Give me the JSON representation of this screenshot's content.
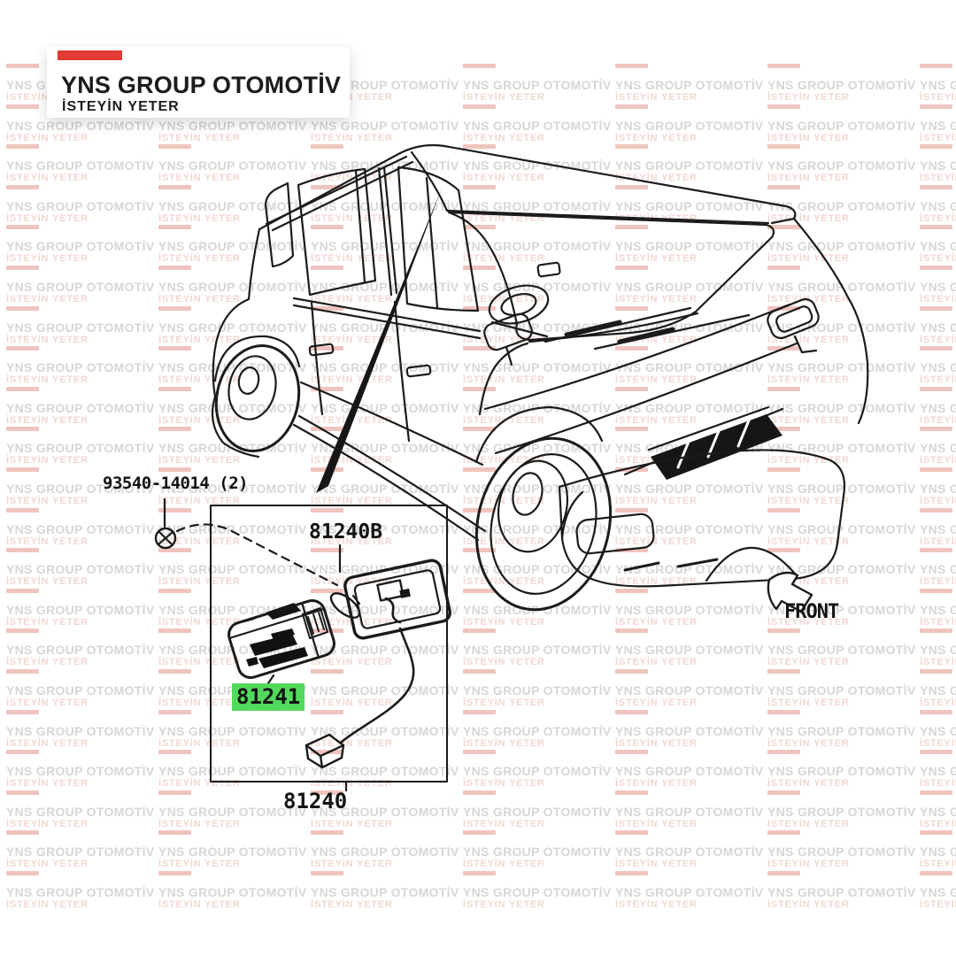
{
  "brand": {
    "logo_title": "YNS GROUP OTOMOTİV",
    "logo_subtitle": "İSTEYİN YETER",
    "accent_color": "#e23a34"
  },
  "watermark": {
    "line1": "YNS GROUP OTOMOTİV",
    "line2": "İSTEYİN YETER"
  },
  "diagram": {
    "labels": {
      "screw": "93540-14014 (2)",
      "housing": "81240B",
      "lens": "81241",
      "assembly": "81240",
      "front": "FRONT"
    },
    "highlight_color": "#53d95c"
  }
}
